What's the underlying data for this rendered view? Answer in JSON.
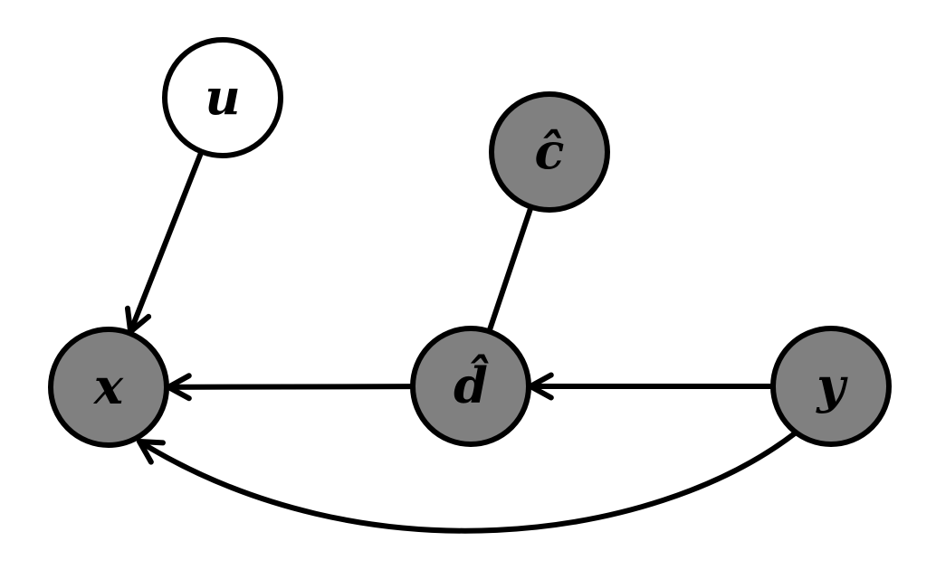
{
  "diagram": {
    "type": "graphical-model",
    "colors": {
      "observed_fill": "#808080",
      "latent_fill": "#ffffff",
      "stroke": "#000000"
    },
    "nodes": [
      {
        "id": "u",
        "label": "u",
        "observed": false
      },
      {
        "id": "c_hat",
        "label": "ĉ",
        "observed": true
      },
      {
        "id": "x",
        "label": "x",
        "observed": true
      },
      {
        "id": "d_hat",
        "label": "d̂",
        "observed": true
      },
      {
        "id": "y",
        "label": "y",
        "observed": true
      }
    ],
    "edges": [
      {
        "from": "u",
        "to": "x",
        "directed": true
      },
      {
        "from": "c_hat",
        "to": "d_hat",
        "directed": false
      },
      {
        "from": "d_hat",
        "to": "x",
        "directed": true
      },
      {
        "from": "y",
        "to": "d_hat",
        "directed": true
      },
      {
        "from": "y",
        "to": "x",
        "directed": true,
        "curved": true
      }
    ]
  }
}
